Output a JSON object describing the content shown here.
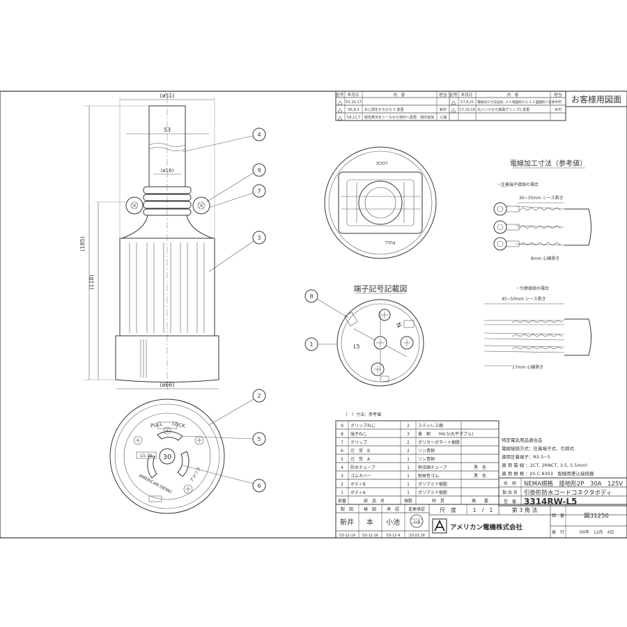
{
  "customer_drawing_label": "お客様用図面",
  "revisions": {
    "headers": [
      "記号",
      "年月日",
      "内　容",
      "担当"
    ],
    "left": [
      {
        "date": "'01,10,17",
        "text": "",
        "by": ""
      },
      {
        "date": "'05,8,3",
        "text": "ねじ頭をからから C 変更",
        "by": "新井"
      },
      {
        "date": "'16,11,7",
        "text": "極性表示をシールから刻印へ変更、刻印追加",
        "by": "三浦"
      }
    ],
    "right": [
      {
        "date": "'17,4,21",
        "text": "電線加工寸法追加、A 4 版図枠から A 3 図面枠へ変更",
        "by": "木村"
      },
      {
        "date": "'17,10,10",
        "text": "丸バンドから板取グリップに変更",
        "by": "木村"
      }
    ]
  },
  "dims": {
    "d51": "(ø51)",
    "d53": "53",
    "d16": "(ø16)",
    "d66": "(ø66)",
    "h185": "(185)",
    "h118": "(118)"
  },
  "callouts": [
    "4",
    "9",
    "7",
    "3",
    "2",
    "5",
    "6",
    "8",
    "1"
  ],
  "face": {
    "pull": "PULL",
    "lock": "LOCK",
    "plate": "L5-30",
    "rating": "30",
    "maker": "AMERICAN DENKI",
    "sub": "アメリカ"
  },
  "terminal_title": "端子記号記載図",
  "terminal_labels": {
    "n": "N",
    "l5": "L5"
  },
  "top_view_labels": {
    "top": "LOCK",
    "bottom": "PULL"
  },
  "wire": {
    "title": "電線加工寸法（参考値）",
    "crimp_note": "・圧着端子接続の場合",
    "crimp_sheath": "30~35mm シース剥き",
    "crimp_core": "8mm 心線剥き",
    "screw_note": "・引締接続の場合",
    "screw_sheath": "45~50mm シース剥き",
    "screw_core": "17mm 心線剥き"
  },
  "dims_note": "（　）寸法：参考値",
  "parts": {
    "headers": [
      "部番",
      "部　品　名",
      "個数",
      "材　質",
      "摘　　要"
    ],
    "rows": [
      {
        "no": "9",
        "name": "グリップねじ",
        "qty": "2",
        "mat": "ステンレス鋼",
        "note": ""
      },
      {
        "no": "8",
        "name": "端子ねじ",
        "qty": "3",
        "mat": "黄　銅　　M4.5(丸平ダブル)",
        "note": ""
      },
      {
        "no": "7",
        "name": "グリップ",
        "qty": "2",
        "mat": "ポリカーボネート樹脂",
        "note": ""
      },
      {
        "no": "6",
        "name": "刃　受　B",
        "qty": "2",
        "mat": "リン青銅",
        "note": ""
      },
      {
        "no": "5",
        "name": "刃　受　A",
        "qty": "1",
        "mat": "リン青銅",
        "note": ""
      },
      {
        "no": "4",
        "name": "防水チューブ",
        "qty": "1",
        "mat": "熱収縮チューブ",
        "note": "黒　色"
      },
      {
        "no": "3",
        "name": "ゴムカバー",
        "qty": "1",
        "mat": "耐候性ゴム",
        "note": "黒　色"
      },
      {
        "no": "2",
        "name": "ボディB",
        "qty": "1",
        "mat": "ポリアミド樹脂",
        "note": ""
      },
      {
        "no": "1",
        "name": "ボディA",
        "qty": "1",
        "mat": "ポリアミド樹脂",
        "note": ""
      }
    ]
  },
  "specs": [
    "特定電気用品適合品",
    "電線接続方式：圧着端子式、引締式",
    "適用圧着端子：R5.5−5",
    "適 用 電 線 ：2CT, 2RNCT, 3.5, 5.5mm²",
    "適 用 規 格 ：JIS C 8303　配線用差込接続器"
  ],
  "title_block": {
    "name_label": "名　称",
    "name_value": "NEMA規格　接地形2P　30A　125V",
    "product_label": "製 品 名",
    "product_value": "引掛形防水コードコネクタボディ",
    "model_label": "型　番",
    "model_value": "3314RW-L5",
    "roles": [
      "製　図",
      "検　図",
      "承　認",
      "変更承認"
    ],
    "signers": [
      "新井",
      "本",
      "小池",
      "小池"
    ],
    "sign_dates": [
      "'03-12-19",
      "'03-12-26",
      "'03-12-4",
      "'20.03.18"
    ],
    "scale_label": "尺　度",
    "scale_value": "1　/　1",
    "projection": "第 3 角 法",
    "drawing_no_label": "図　番",
    "drawing_no_value": "図31250",
    "issue_label": "発　行",
    "issue_value": "'00年　12月　4日",
    "company": "アメリカン電機株式会社"
  }
}
